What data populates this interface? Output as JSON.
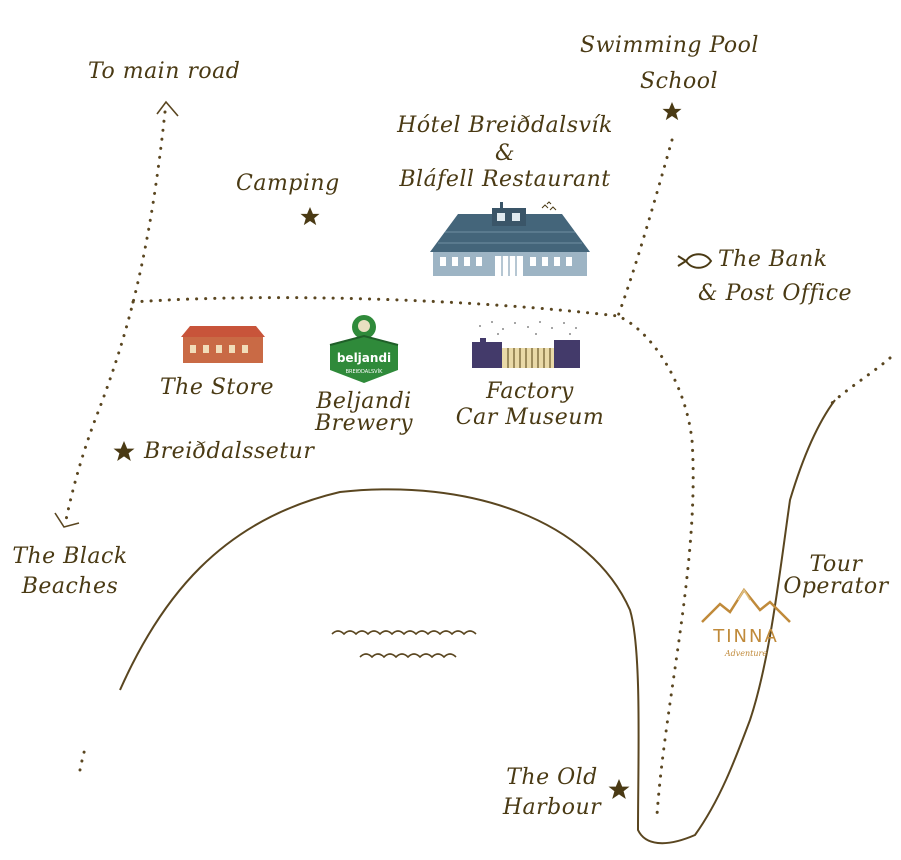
{
  "labels": {
    "to_main_road": "To main road",
    "swimming_pool": "Swimming Pool",
    "school": "School",
    "hotel_line1": "Hótel Breiðdalsvík",
    "hotel_amp": "&",
    "hotel_line2": "Bláfell Restaurant",
    "camping": "Camping",
    "bank_line1": "The Bank",
    "bank_line2": "& Post Office",
    "store": "The Store",
    "brewery_line1": "Beljandi",
    "brewery_line2": "Brewery",
    "museum_line1": "Factory",
    "museum_line2": "Car Museum",
    "breiddalssetur": "Breiðdalssetur",
    "black_beaches_line1": "The Black",
    "black_beaches_line2": "Beaches",
    "tour_line1": "Tour",
    "tour_line2": "Operator",
    "old_harbour_line1": "The Old",
    "old_harbour_line2": "Harbour"
  },
  "logos": {
    "beljandi_text": "beljandi",
    "beljandi_sub": "BREIÐDALSVÍK",
    "tinna_text": "TINNA",
    "tinna_sub": "Adventure"
  },
  "colors": {
    "ink": "#4a3a14",
    "path": "#5a4620",
    "store_roof": "#c8543a",
    "store_wall": "#c96a45",
    "hotel_roof": "#44657a",
    "hotel_wall": "#9db4c4",
    "museum_roof": "#433a6a",
    "museum_wall": "#e9d9a7",
    "beljandi_green": "#2f8a3a",
    "tinna_gold": "#c08a3a"
  },
  "icons": [
    "star-icon",
    "arrow-up-icon",
    "arrow-down-left-icon",
    "fish-icon",
    "waves-icon"
  ]
}
